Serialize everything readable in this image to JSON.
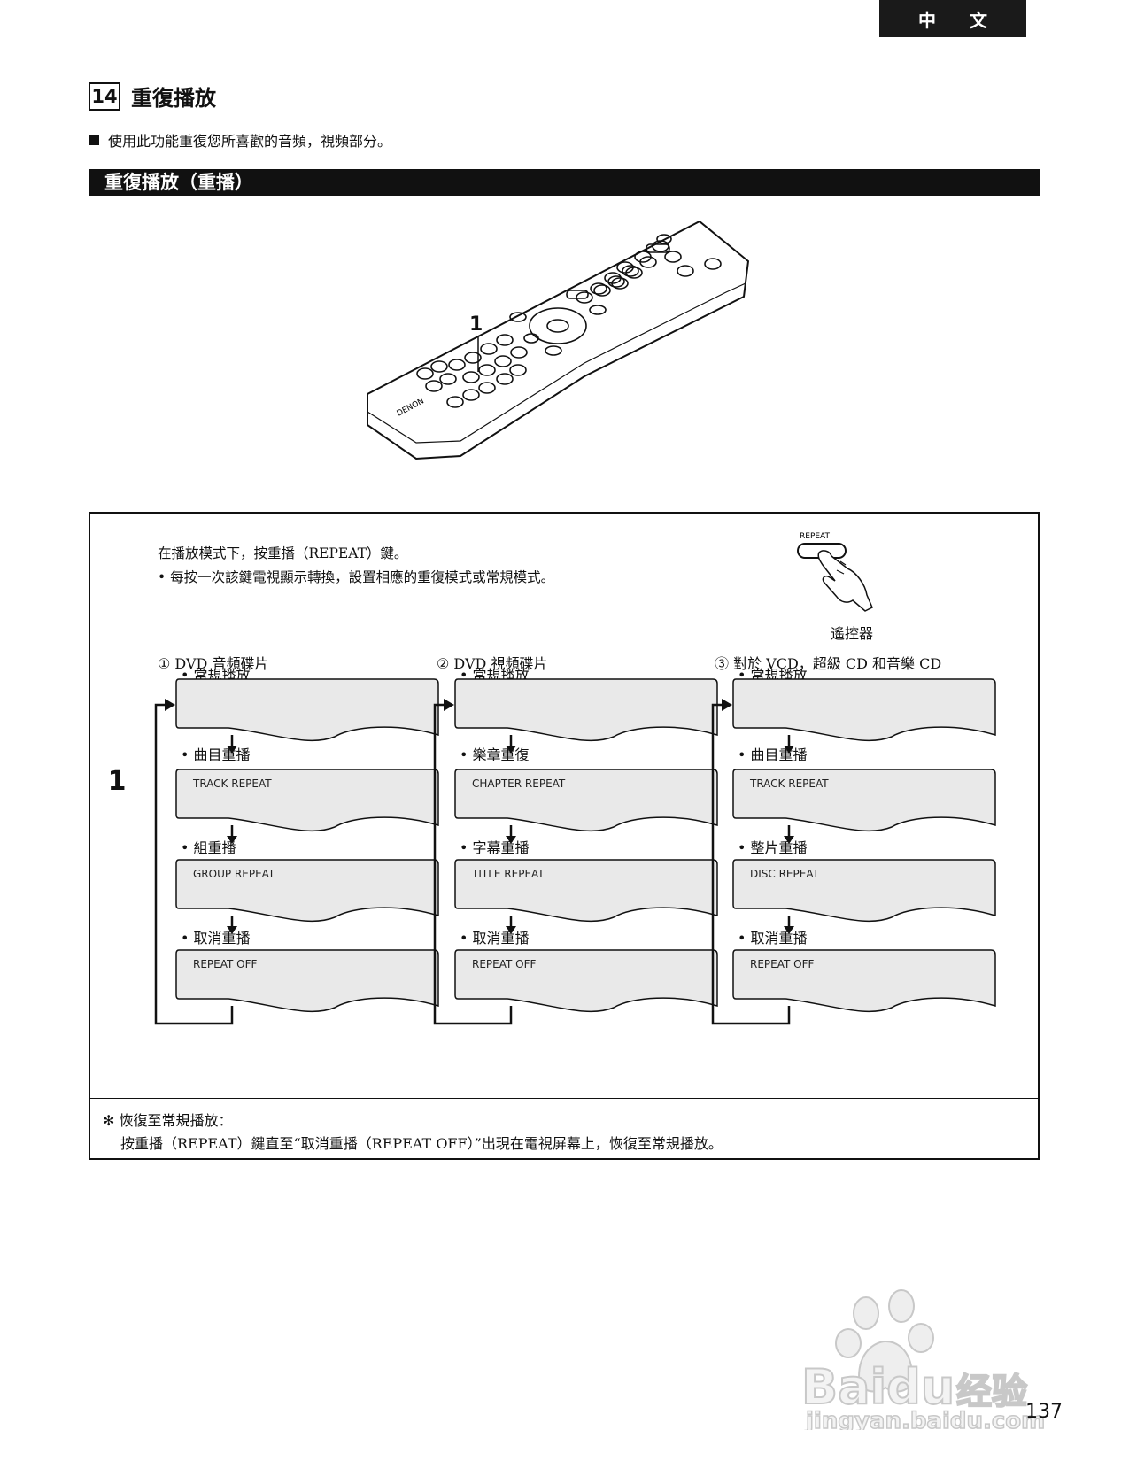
{
  "header": {
    "language_tab": "中文"
  },
  "section": {
    "number": "14",
    "title": "重復播放"
  },
  "intro": {
    "text": "使用此功能重復您所喜歡的音頻，視頻部分。"
  },
  "subsection": {
    "title": "重復播放（重播）"
  },
  "remote": {
    "callout": "1",
    "brand": "DENON"
  },
  "step": {
    "number": "1",
    "instruction": "在播放模式下，按重播（REPEAT）鍵。",
    "bullet": "每按一次該鍵電視顯示轉換，設置相應的重復模式或常規模式。",
    "key_label": "REPEAT",
    "key_caption": "遙控器"
  },
  "columns": [
    {
      "title": "① DVD 音頻碟片",
      "items": [
        {
          "label": "常規播放",
          "screen": ""
        },
        {
          "label": "曲目重播",
          "screen": "TRACK REPEAT"
        },
        {
          "label": "組重播",
          "screen": "GROUP REPEAT"
        },
        {
          "label": "取消重播",
          "screen": "REPEAT OFF"
        }
      ]
    },
    {
      "title": "② DVD 視頻碟片",
      "items": [
        {
          "label": "常規播放",
          "screen": ""
        },
        {
          "label": "樂章重復",
          "screen": "CHAPTER REPEAT"
        },
        {
          "label": "字幕重播",
          "screen": "TITLE REPEAT"
        },
        {
          "label": "取消重播",
          "screen": "REPEAT OFF"
        }
      ]
    },
    {
      "title": "③ 對於 VCD，超級 CD 和音樂 CD",
      "items": [
        {
          "label": "常規播放",
          "screen": ""
        },
        {
          "label": "曲目重播",
          "screen": "TRACK REPEAT"
        },
        {
          "label": "整片重播",
          "screen": "DISC REPEAT"
        },
        {
          "label": "取消重播",
          "screen": "REPEAT OFF"
        }
      ]
    }
  ],
  "note": {
    "title": "✻ 恢復至常規播放：",
    "body": "按重播（REPEAT）鍵直至“取消重播（REPEAT OFF）”出現在電視屏幕上，恢復至常規播放。"
  },
  "watermark": {
    "brand": "Baidu",
    "brand_cn": "经验",
    "url": "jingyan.baidu.com"
  },
  "page": {
    "number": "137"
  }
}
